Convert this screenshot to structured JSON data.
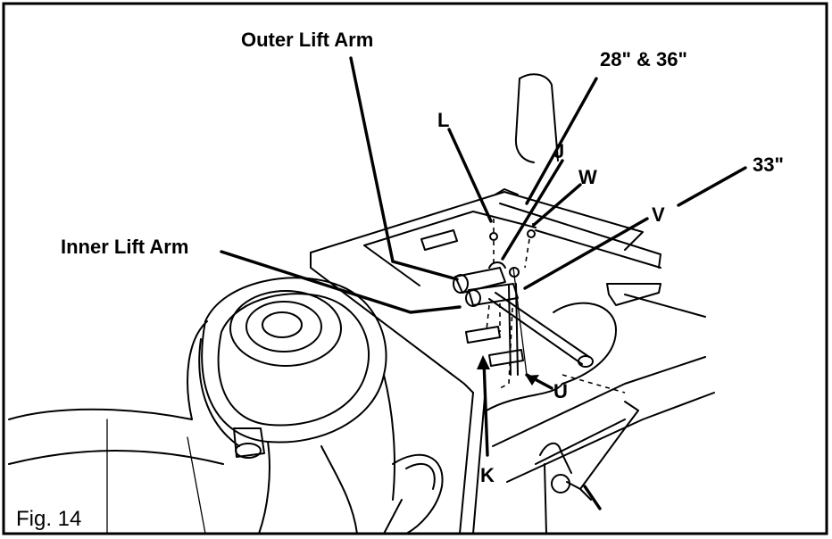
{
  "labels": {
    "outer_lift_arm": "Outer Lift Arm",
    "inner_lift_arm": "Inner Lift Arm",
    "size_28_36": "28\" & 36\"",
    "size_33": "33\"",
    "L": "L",
    "J": "J",
    "W": "W",
    "V": "V",
    "U": "U",
    "K": "K"
  },
  "caption": "Fig. 14"
}
